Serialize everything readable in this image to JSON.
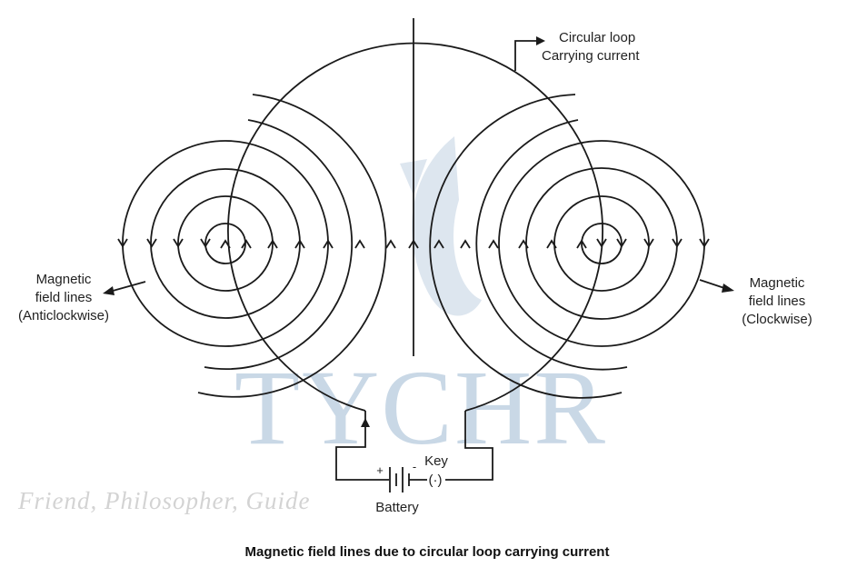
{
  "labels": {
    "loop": [
      "Circular loop",
      "Carrying current"
    ],
    "left_field": [
      "Magnetic",
      "field lines",
      "(Anticlockwise)"
    ],
    "right_field": [
      "Magnetic",
      "field lines",
      "(Clockwise)"
    ],
    "key": "Key",
    "battery": "Battery",
    "battery_plus": "+",
    "battery_minus": "-",
    "key_symbol": "(·)"
  },
  "caption": "Magnetic field lines due to circular loop carrying current",
  "watermark": {
    "logo_text": "TYCHR",
    "tagline": "Friend, Philosopher, Guide"
  },
  "colors": {
    "line": "#1a1a1a",
    "watermark": "#c9d8e6"
  }
}
